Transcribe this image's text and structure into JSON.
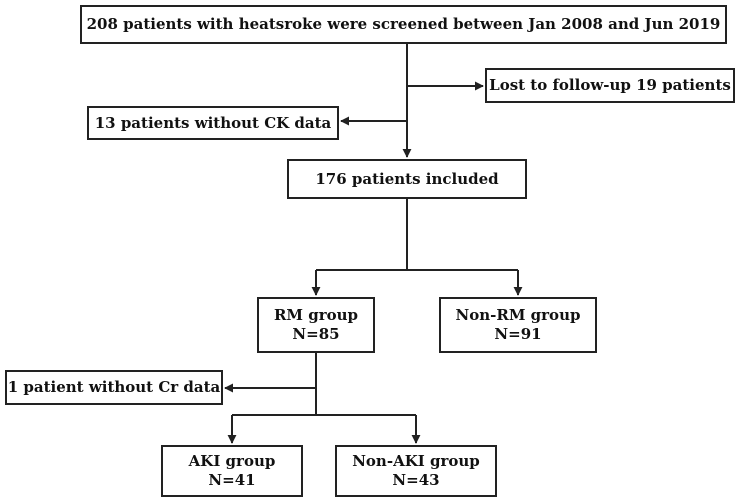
{
  "colors": {
    "stroke": "#222222",
    "text": "#111111",
    "background": "#ffffff"
  },
  "boxes": {
    "screened": {
      "text": "208 patients with heatsroke were  screened between Jan 2008 and Jun 2019"
    },
    "lost": {
      "text": "Lost to follow-up 19 patients"
    },
    "no_ck": {
      "text": "13 patients without CK data"
    },
    "included": {
      "text": "176 patients included"
    },
    "rm": {
      "label": "RM group",
      "count": "N=85"
    },
    "non_rm": {
      "label": "Non-RM group",
      "count": "N=91"
    },
    "no_cr": {
      "text": "1 patient without Cr data"
    },
    "aki": {
      "label": "AKI group",
      "count": "N=41"
    },
    "non_aki": {
      "label": "Non-AKI group",
      "count": "N=43"
    }
  },
  "connections": [
    {
      "from": "screened",
      "to": "included",
      "kind": "flow"
    },
    {
      "from": "screened",
      "to": "lost",
      "kind": "exclusion"
    },
    {
      "from": "screened",
      "to": "no_ck",
      "kind": "exclusion"
    },
    {
      "from": "included",
      "to": "rm",
      "kind": "flow"
    },
    {
      "from": "included",
      "to": "non_rm",
      "kind": "flow"
    },
    {
      "from": "rm",
      "to": "no_cr",
      "kind": "exclusion"
    },
    {
      "from": "rm",
      "to": "aki",
      "kind": "flow"
    },
    {
      "from": "rm",
      "to": "non_aki",
      "kind": "flow"
    }
  ]
}
